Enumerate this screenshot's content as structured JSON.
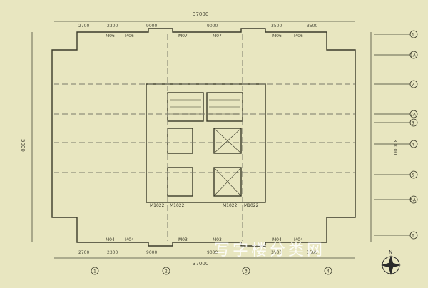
{
  "plan": {
    "top_overall_dimension": "37000",
    "bottom_overall_dimension": "37000",
    "left_overall_dimension": "5000",
    "right_overall_dimension": "30000",
    "top_segment_dimensions": [
      "2700",
      "2300",
      "9000",
      "9000",
      "3500",
      "3500"
    ],
    "bottom_segment_dimensions": [
      "2700",
      "2300",
      "9000",
      "9000",
      "3500",
      "3500"
    ],
    "core_door_labels": [
      "M1022",
      "M1022",
      "M1022",
      "M1022"
    ],
    "top_window_labels": [
      "M06",
      "M06",
      "M07",
      "M07",
      "M06",
      "M06"
    ],
    "bottom_window_labels": [
      "M04",
      "M04",
      "M03",
      "M03",
      "M04",
      "M04"
    ],
    "right_grid_axes": [
      "1",
      "1A",
      "2",
      "2A",
      "3",
      "4",
      "5",
      "5A",
      "6"
    ],
    "bottom_grid_axes": [
      "1",
      "2",
      "3",
      "4"
    ]
  },
  "watermark": {
    "text": "写字楼分类网"
  },
  "compass": {
    "label": "N"
  },
  "colors": {
    "background": "#e8e6c0",
    "line": "#3a3a2a",
    "dashed_axis": "#7a7a6a",
    "dimension": "#4a4a3a"
  }
}
